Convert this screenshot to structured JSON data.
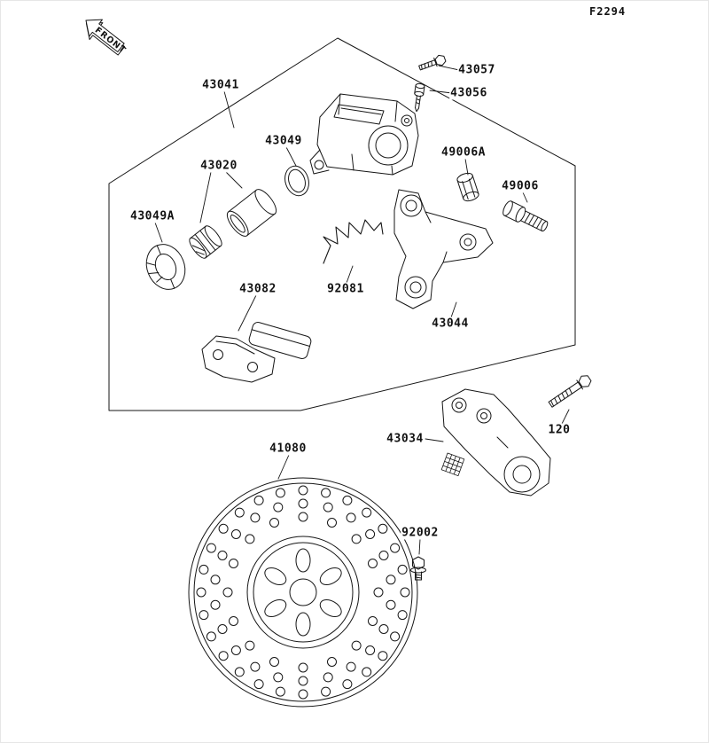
{
  "figure_code": "F2294",
  "front_label": "FRONT",
  "part_labels": [
    "43041",
    "43057",
    "43056",
    "43049",
    "49006A",
    "49006",
    "43020",
    "43049A",
    "43082",
    "92081",
    "43044",
    "43034",
    "120",
    "41080",
    "92002"
  ]
}
